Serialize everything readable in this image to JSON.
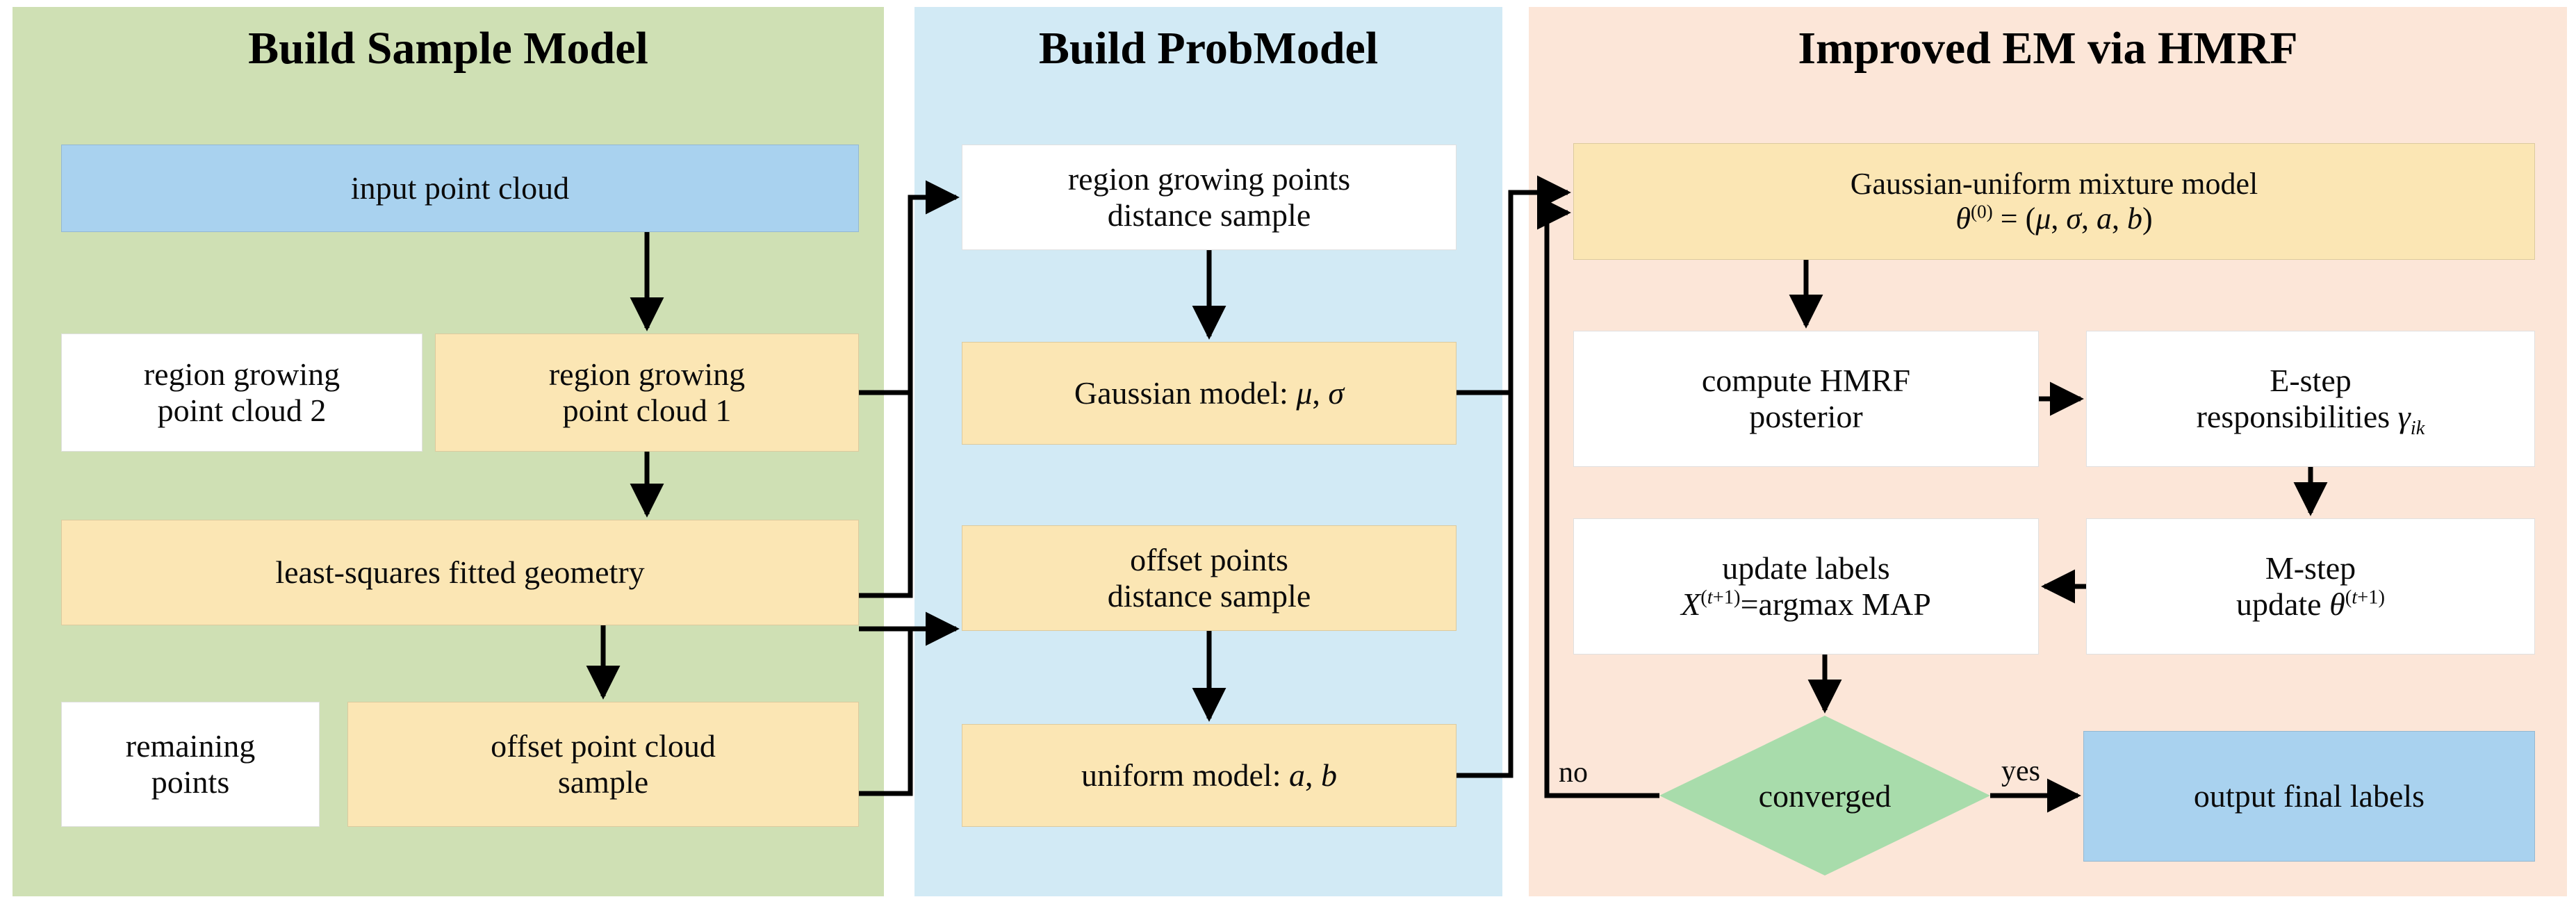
{
  "colors": {
    "panel_green": "#cfe0b4",
    "panel_blue": "#d2eaf5",
    "panel_pink": "#fce6d8",
    "node_yellow": "#fbe6b4",
    "node_blue": "#a9d2ef",
    "node_white": "#ffffff",
    "diamond_green": "#a8dcab",
    "wire_black": "#000000"
  },
  "panels": [
    {
      "id": "build-sample-model",
      "title": "Build Sample Model"
    },
    {
      "id": "build-probmodel",
      "title": "Build ProbModel"
    },
    {
      "id": "improved-em",
      "title": "Improved EM via HMRF"
    }
  ],
  "sample_model": {
    "input_point_cloud": "input point cloud",
    "region_growing_point_cloud_2": "region growing\npoint cloud 2",
    "region_growing_point_cloud_1": "region growing\npoint cloud 1",
    "least_squares_fitted_geometry": "least-squares fitted geometry",
    "remaining_points": "remaining\npoints",
    "offset_point_cloud_sample": "offset point cloud\nsample"
  },
  "prob_model": {
    "region_growing_points_distance_sample": "region growing points\ndistance sample",
    "gaussian_model": "Gaussian model: μ, σ",
    "offset_points_distance_sample": "offset points\ndistance sample",
    "uniform_model": "uniform model: a, b"
  },
  "improved_em": {
    "mixture_model_line1": "Gaussian-uniform mixture model",
    "mixture_model_line2": "θ(0) = (μ, σ, a, b)",
    "compute_hmrf_posterior": "compute HMRF\nposterior",
    "e_step": "E-step\nresponsibilities γik",
    "update_labels": "update labels\nX(t+1)=argmax MAP",
    "m_step": "M-step\nupdate θ(t+1)",
    "converged": "converged",
    "output_final_labels": "output final labels",
    "label_no": "no",
    "label_yes": "yes"
  }
}
